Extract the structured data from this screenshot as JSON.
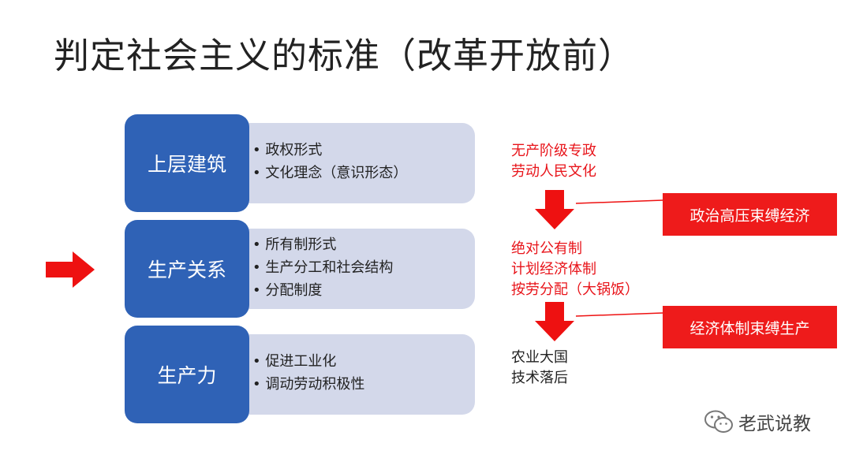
{
  "title": "判定社会主义的标准（改革开放前）",
  "layers": [
    {
      "label": "上层建筑",
      "items": [
        "政权形式",
        "文化理念（意识形态）"
      ]
    },
    {
      "label": "生产关系",
      "items": [
        "所有制形式",
        "生产分工和社会结构",
        "分配制度"
      ]
    },
    {
      "label": "生产力",
      "items": [
        "促进工业化",
        "调动劳动积极性"
      ]
    }
  ],
  "right": {
    "block1": [
      "无产阶级专政",
      "劳动人民文化"
    ],
    "block2": [
      "绝对公有制",
      "计划经济体制",
      "按劳分配（大锅饭）"
    ],
    "block3": [
      "农业大国",
      "技术落后"
    ],
    "box1": "政治高压束缚经济",
    "box2": "经济体制束缚生产"
  },
  "watermark": "老武说教",
  "colors": {
    "layer_box": "#2f62b6",
    "panel": "#d3d8ea",
    "accent_red": "#ee1b1b",
    "red_text": "#e8141a"
  },
  "icons": [
    "right-arrow-icon",
    "down-arrow-icon",
    "wechat-icon"
  ]
}
